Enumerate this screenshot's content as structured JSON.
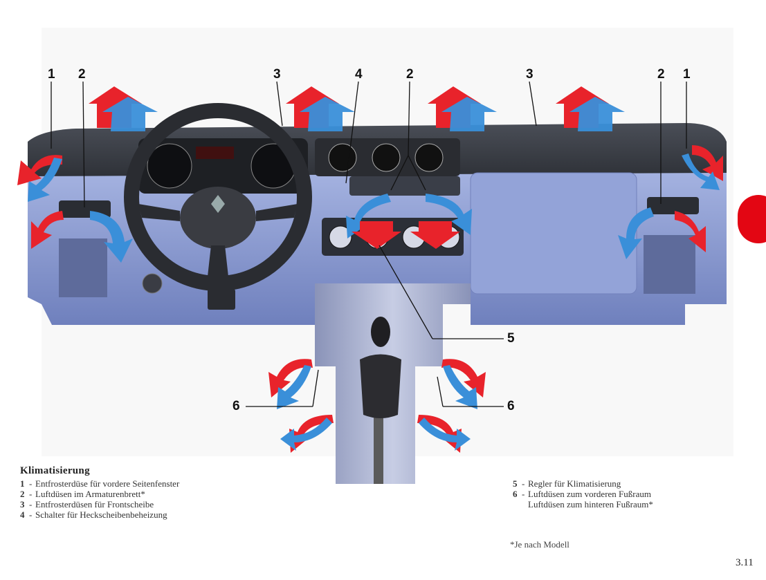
{
  "callouts": [
    "1",
    "2",
    "3",
    "4",
    "2",
    "3",
    "2",
    "1",
    "5",
    "6",
    "6"
  ],
  "title": "Klimatisierung",
  "legend_left": [
    {
      "num": "1",
      "text": "Entfrosterdüse für vordere Seitenfenster"
    },
    {
      "num": "2",
      "text": "Luftdüsen im Armaturenbrett*"
    },
    {
      "num": "3",
      "text": "Entfrosterdüsen für Frontscheibe"
    },
    {
      "num": "4",
      "text": "Schalter für Heckscheibenbeheizung"
    }
  ],
  "legend_right": [
    {
      "num": "5",
      "text": "Regler für Klimatisierung"
    },
    {
      "num": "6",
      "text": "Luftdüsen zum vorderen Fußraum"
    },
    {
      "num": "",
      "text": "Luftdüsen zum hinteren Fußraum*"
    }
  ],
  "footnote": "*Je nach Modell",
  "page_number": "3.11",
  "colors": {
    "warm_air": "#e8232b",
    "cool_air": "#3a8fd9",
    "dashboard": "#3b3f46",
    "panel": "#8fa1d6",
    "tab": "#e30613"
  }
}
